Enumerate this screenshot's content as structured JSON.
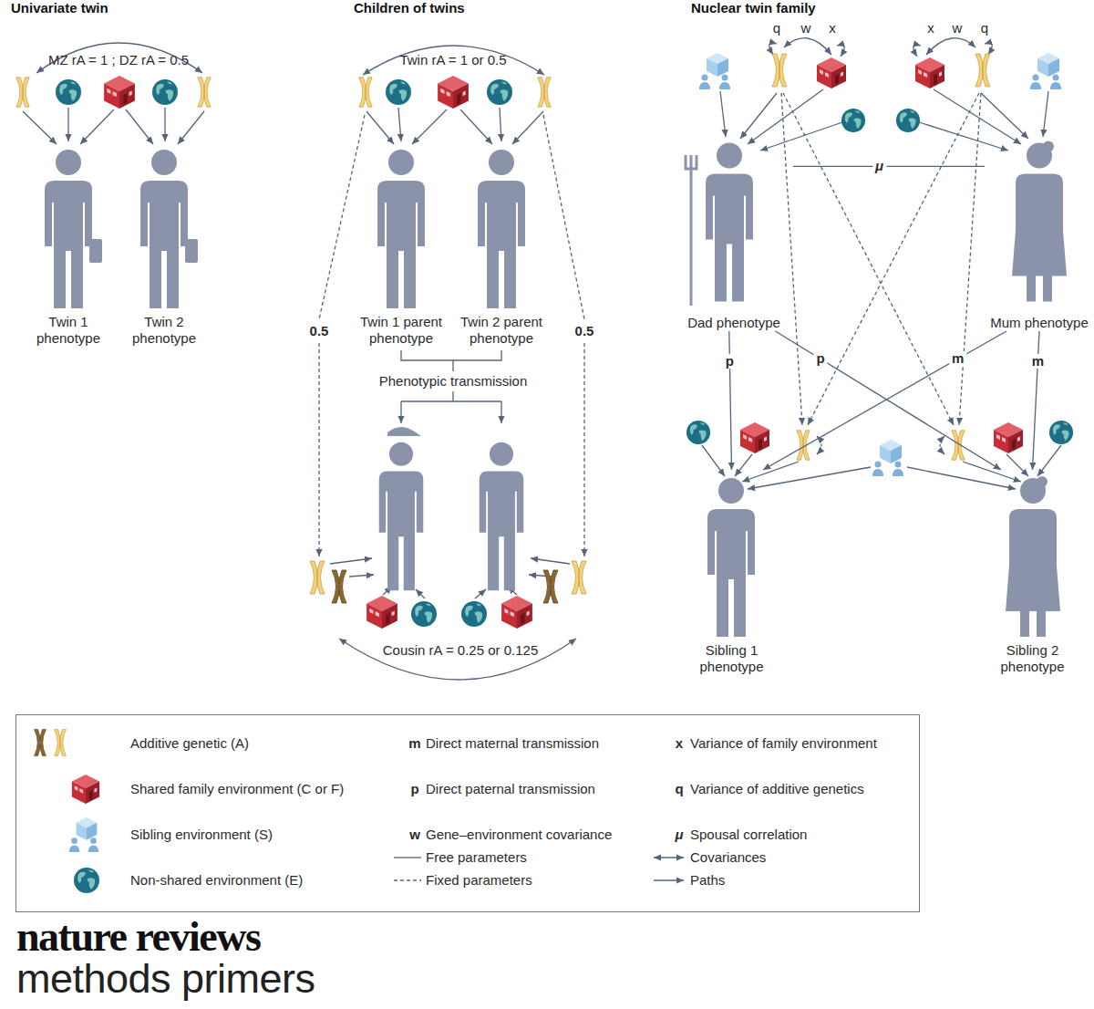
{
  "diagram": {
    "nodes": [
      {
        "text": [
          "Univariate twin"
        ]
      },
      {
        "text": [
          "Twin 1 phenotype"
        ],
        "in": 0
      },
      {
        "text": [
          "Twin 2 phenotype"
        ],
        "in": 0
      },
      {
        "text": [
          "Children of twins"
        ]
      },
      {
        "text": [
          "Twin 1 parent phenotype"
        ],
        "in": 3
      },
      {
        "text": [
          "Twin 2 parent phenotype"
        ],
        "in": 3
      },
      {
        "text": [
          "Nuclear twin family"
        ]
      },
      {
        "text": [
          "Dad phenotype"
        ],
        "in": 6
      },
      {
        "text": [
          "Mum phenotype"
        ],
        "in": 6
      },
      {
        "text": [
          "Sibling 1 phenotype"
        ],
        "in": 6
      },
      {
        "text": [
          "Sibling 2 phenotype"
        ],
        "in": 6
      }
    ],
    "edges": [
      {
        "from": 7,
        "to": 8,
        "label": "μ",
        "arrow": "none"
      },
      {
        "from": 7,
        "to": 9,
        "label": "p",
        "arrow": "to"
      },
      {
        "from": 7,
        "to": 10,
        "label": "p",
        "arrow": "to"
      },
      {
        "from": 8,
        "to": 9,
        "label": "m",
        "arrow": "to"
      },
      {
        "from": 8,
        "to": 10,
        "label": "m",
        "arrow": "to"
      }
    ],
    "labels": [
      "MZ rA = 1 ; DZ rA = 0.5",
      "Twin rA = 1 or 0.5",
      "0.5",
      "0.5",
      "Phenotypic transmission",
      "Cousin rA = 0.25 or 0.125",
      "q",
      "w",
      "x",
      "x",
      "w",
      "q",
      "m",
      "p",
      "w",
      "x",
      "q",
      "μ",
      "nature reviews",
      "methods primers"
    ],
    "legend": [
      {
        "text": "Additive genetic (A)"
      },
      {
        "text": "Shared family environment (C or F)"
      },
      {
        "text": "Sibling environment (S)"
      },
      {
        "text": "Non-shared environment (E)"
      },
      {
        "text": "Direct maternal transmission"
      },
      {
        "text": "Direct paternal transmission"
      },
      {
        "text": "Gene–environment covariance"
      },
      {
        "text": "Free parameters"
      },
      {
        "text": "Fixed parameters"
      },
      {
        "text": "Variance of family environment"
      },
      {
        "text": "Variance of additive genetics"
      },
      {
        "text": "Spousal correlation"
      },
      {
        "text": "Covariances"
      },
      {
        "text": "Paths"
      }
    ]
  }
}
